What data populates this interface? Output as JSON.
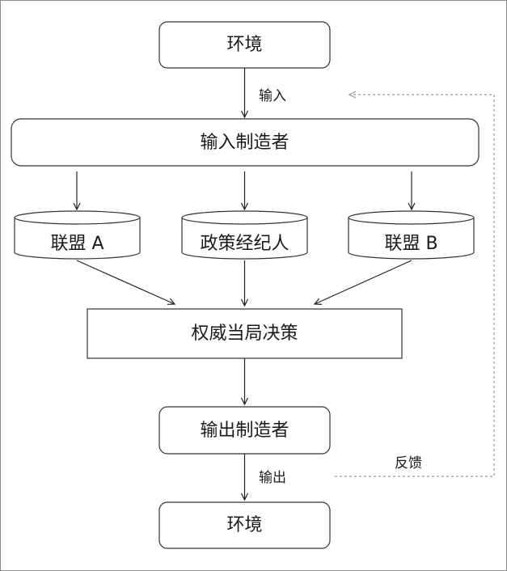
{
  "nodes": {
    "env_top": "环境",
    "input_producer": "输入制造者",
    "alliance_a": "联盟 A",
    "policy_broker": "政策经纪人",
    "alliance_b": "联盟 B",
    "authority_decision": "权威当局决策",
    "output_producer": "输出制造者",
    "env_bottom": "环境"
  },
  "edge_labels": {
    "input": "输入",
    "output": "输出",
    "feedback": "反馈"
  },
  "colors": {
    "border": "#333333",
    "arrow": "#222222",
    "feedback": "#999999",
    "frame": "#888888"
  }
}
